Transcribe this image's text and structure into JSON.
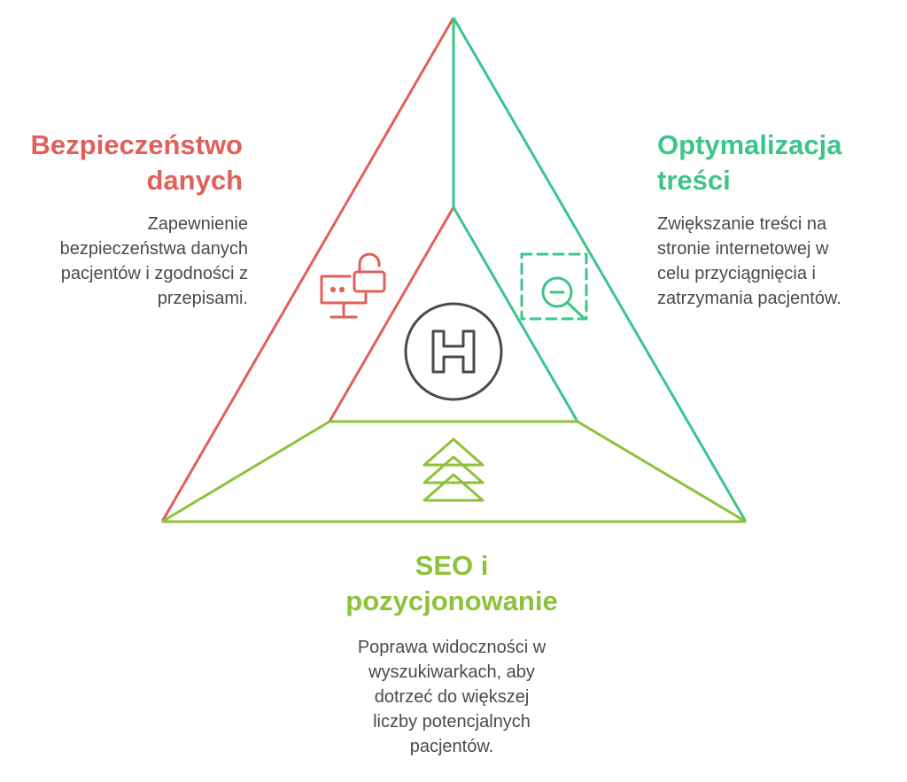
{
  "colors": {
    "red": "#e0605a",
    "green": "#3cc58a",
    "olive": "#8dc23a",
    "center_icon": "#4a4a4a",
    "text": "#4a4a4a"
  },
  "sections": {
    "left": {
      "title": [
        "Bezpieczeństwo",
        "danych"
      ],
      "description": [
        "Zapewnienie",
        "bezpieczeństwa danych",
        "pacjentów i zgodności z",
        "przepisami."
      ],
      "icon": "monitor-lock-icon"
    },
    "right": {
      "title": [
        "Optymalizacja",
        "treści"
      ],
      "description": [
        "Zwiększanie treści na",
        "stronie internetowej w",
        "celu przyciągnięcia i",
        "zatrzymania pacjentów."
      ],
      "icon": "zoom-out-icon"
    },
    "bottom": {
      "title": [
        "SEO i",
        "pozycjonowanie"
      ],
      "description": [
        "Poprawa widoczności w",
        "wyszukiwarkach, aby",
        "dotrzeć do większej",
        "liczby potencjalnych",
        "pacjentów."
      ],
      "icon": "triple-chevron-up-icon"
    }
  },
  "center": {
    "icon": "hospital-h-icon",
    "letter": "H"
  }
}
